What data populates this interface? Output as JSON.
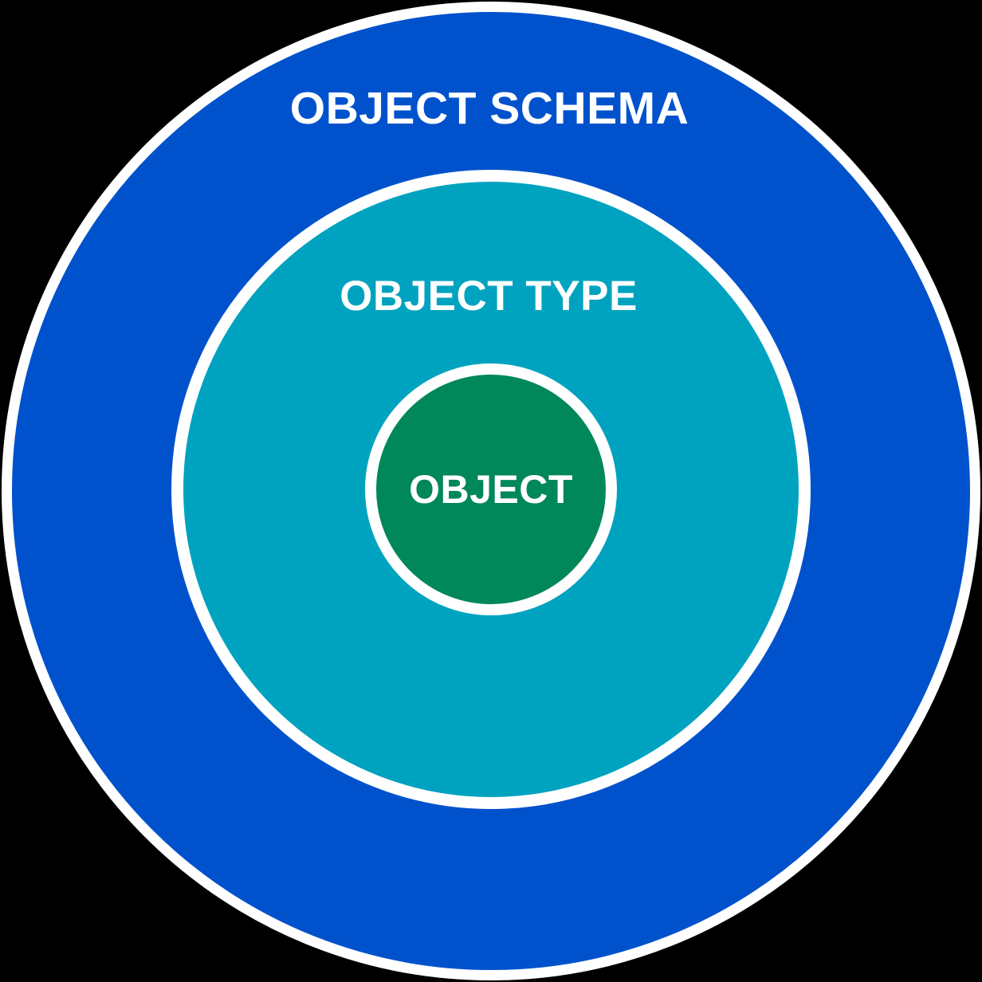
{
  "diagram": {
    "type": "nested-circles",
    "levels": [
      {
        "label": "OBJECT SCHEMA",
        "color": "#0052CC",
        "ring": 1
      },
      {
        "label": "OBJECT TYPE",
        "color": "#00A3BF",
        "ring": 2
      },
      {
        "label": "OBJECT",
        "color": "#00875A",
        "ring": 3
      }
    ]
  },
  "colors": {
    "blue": "#0052CC",
    "teal": "#00A3BF",
    "green": "#00875A",
    "ring": "#FFFFFF",
    "text": "#FFFFFF",
    "background": "#000000"
  }
}
